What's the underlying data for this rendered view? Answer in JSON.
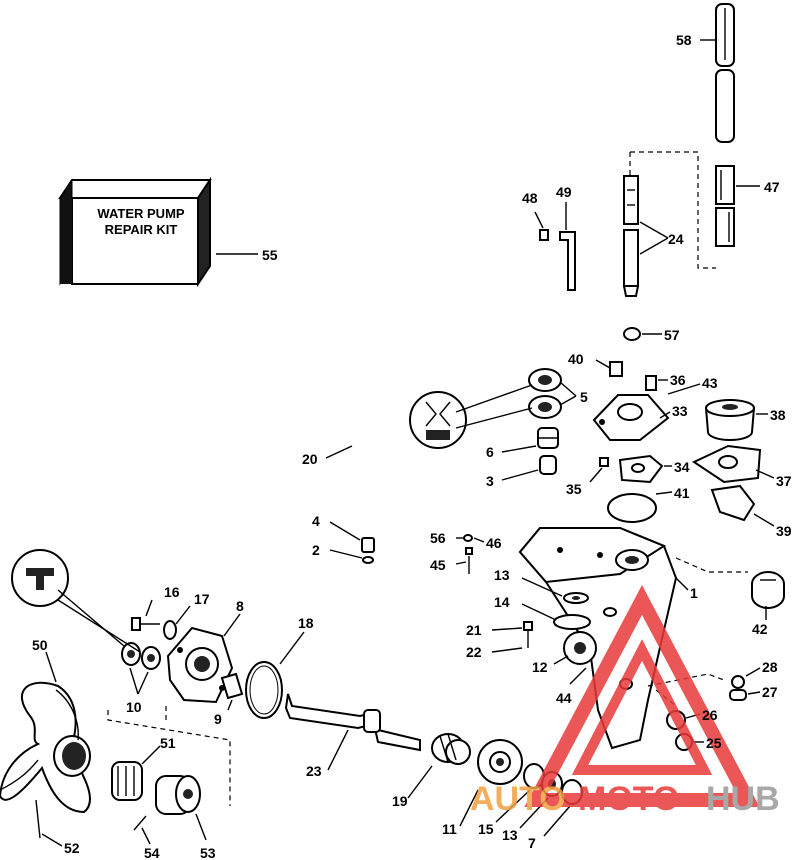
{
  "kit_box": {
    "line1": "WATER PUMP",
    "line2": "REPAIR KIT"
  },
  "labels": {
    "p1": "1",
    "p2": "2",
    "p3": "3",
    "p4": "4",
    "p5": "5",
    "p6": "6",
    "p7": "7",
    "p8": "8",
    "p9": "9",
    "p10": "10",
    "p11": "11",
    "p12": "12",
    "p13a": "13",
    "p13b": "13",
    "p14": "14",
    "p15": "15",
    "p16": "16",
    "p17": "17",
    "p18": "18",
    "p19": "19",
    "p20": "20",
    "p21": "21",
    "p22": "22",
    "p23": "23",
    "p24": "24",
    "p25": "25",
    "p26": "26",
    "p27": "27",
    "p28": "28",
    "p33": "33",
    "p34": "34",
    "p35": "35",
    "p36": "36",
    "p37": "37",
    "p38": "38",
    "p39": "39",
    "p40": "40",
    "p41": "41",
    "p42": "42",
    "p43": "43",
    "p44": "44",
    "p45": "45",
    "p46": "46",
    "p47": "47",
    "p48": "48",
    "p49": "49",
    "p50": "50",
    "p51": "51",
    "p52": "52",
    "p53": "53",
    "p54": "54",
    "p55": "55",
    "p56": "56",
    "p57": "57",
    "p58": "58"
  },
  "watermark": {
    "part1": "AUTO",
    "part2": "MOTO",
    "part3": "HUB",
    "color_red": "#e83a3a",
    "color_orange": "#f0a040",
    "color_gray": "#9a9a9a"
  }
}
